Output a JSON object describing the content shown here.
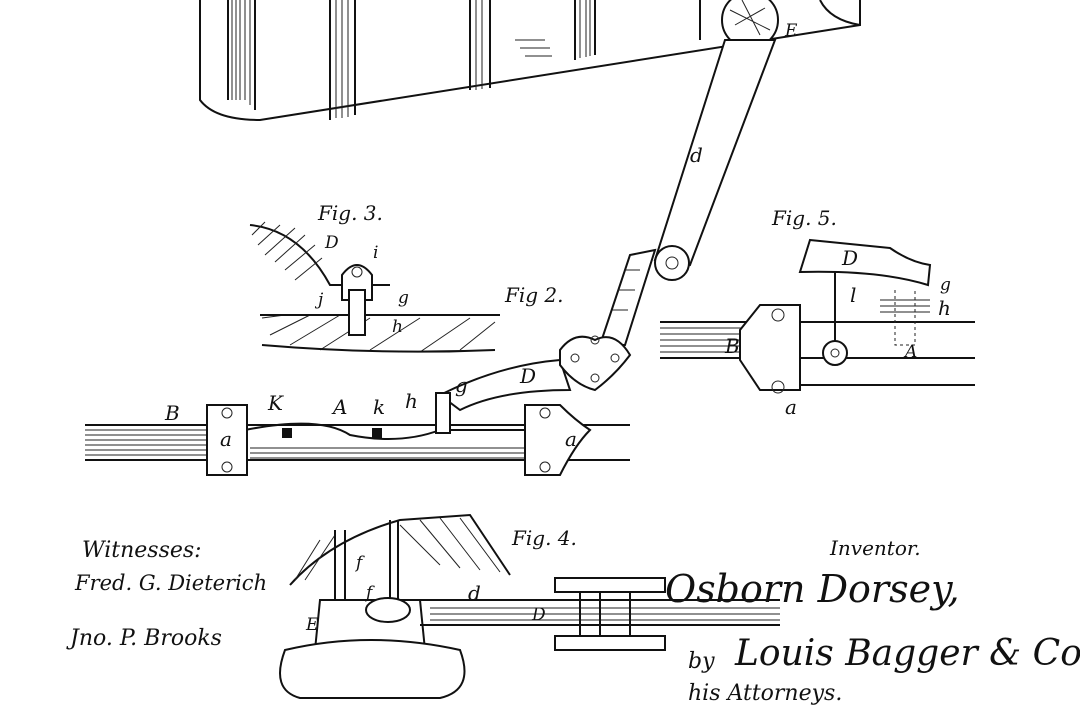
{
  "figures": {
    "fig2": "Fig 2.",
    "fig3": "Fig. 3.",
    "fig4": "Fig. 4.",
    "fig5": "Fig. 5."
  },
  "labels": {
    "top_E": "E",
    "top_d": "d",
    "fig3_D": "D",
    "fig3_i": "i",
    "fig3_j": "j",
    "fig3_g": "g",
    "fig3_h": "h",
    "fig2_B": "B",
    "fig2_K": "K",
    "fig2_A": "A",
    "fig2_k": "k",
    "fig2_h": "h",
    "fig2_g": "g",
    "fig2_D": "D",
    "fig2_a_left": "a",
    "fig2_a_right": "a",
    "fig5_D": "D",
    "fig5_g": "g",
    "fig5_l": "l",
    "fig5_h": "h",
    "fig5_B": "B",
    "fig5_A": "A",
    "fig5_a": "a",
    "fig4_f1": "f",
    "fig4_f2": "f",
    "fig4_E": "E",
    "fig4_d": "d",
    "fig4_D": "D"
  },
  "witnesses": {
    "heading": "Witnesses:",
    "names": [
      "Fred. G. Dieterich",
      "Jno. P. Brooks"
    ]
  },
  "inventor": {
    "heading": "Inventor.",
    "name": "Osborn Dorsey,",
    "by": "by",
    "attorney": "Louis Bagger & Co.",
    "attorney_role": "his Attorneys."
  }
}
